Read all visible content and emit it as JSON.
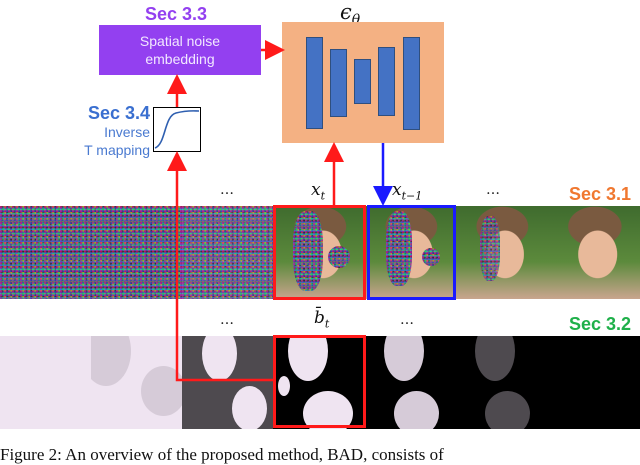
{
  "sections": {
    "s31": {
      "label": "Sec 3.1",
      "color": "#f07830"
    },
    "s32": {
      "label": "Sec 3.2",
      "color": "#1fb04a"
    },
    "s33": {
      "label": "Sec 3.3",
      "color": "#9340f0"
    },
    "s34": {
      "label": "Sec 3.4",
      "color": "#3a6fd0"
    }
  },
  "spatial_noise_box": {
    "line1": "Spatial noise",
    "line2": "embedding"
  },
  "inverse_t_mapping": {
    "line1": "Inverse",
    "line2": "T mapping"
  },
  "network": {
    "label": "ϵ",
    "subscript": "θ",
    "bar_color": "#4472c4",
    "box_color": "#f4b183"
  },
  "image_row": {
    "labels": {
      "xt": "x",
      "xt_sub": "t",
      "xt1": "x",
      "xt1_sub": "t−1",
      "ellipsis_left": "…",
      "ellipsis_right": "…"
    },
    "tiles": [
      "pure-noise",
      "mostly-noise",
      "x_t",
      "x_t-1",
      "less-noise",
      "clean-image"
    ]
  },
  "mask_row": {
    "labels": {
      "bt": "b̄",
      "bt_sub": "t",
      "ellipsis_left": "…",
      "ellipsis_right": "…"
    },
    "tiles": [
      "light",
      "light-gray",
      "dark-gray",
      "b_t",
      "mixed",
      "dark",
      "black"
    ]
  },
  "caption": "Figure 2: An overview of the proposed method, BAD, consists of",
  "colors": {
    "arrow_red": "#ff1a1a",
    "arrow_blue": "#1a1aff"
  }
}
